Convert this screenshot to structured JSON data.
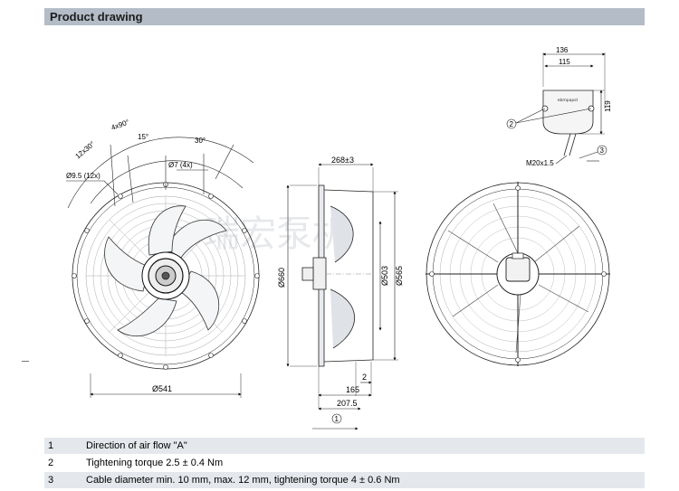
{
  "header": {
    "title": "Product drawing"
  },
  "dimensions": {
    "d541": "Ø541",
    "d660": "Ø660",
    "d503": "Ø503",
    "d565": "Ø565",
    "d95": "Ø9.5 (12x)",
    "d7": "Ø7 (4x)",
    "a4x90": "4x90°",
    "a12x30": "12x30°",
    "a15": "15°",
    "a30": "30°",
    "w268": "268±3",
    "w2": "2",
    "w165": "165",
    "w2075": "207.5",
    "w136": "136",
    "w115": "115",
    "h119": "119",
    "m20": "M20x1.5"
  },
  "callouts": {
    "c1": "1",
    "c2": "2",
    "c3": "3"
  },
  "terminal_box_label": "ebmpapst",
  "watermark": "瑞宏泵机",
  "notes": [
    {
      "num": "1",
      "text": "Direction of air flow \"A\""
    },
    {
      "num": "2",
      "text": "Tightening torque 2.5 ± 0.4 Nm"
    },
    {
      "num": "3",
      "text": "Cable diameter min. 10 mm, max. 12 mm, tightening torque 4 ± 0.6 Nm"
    }
  ]
}
